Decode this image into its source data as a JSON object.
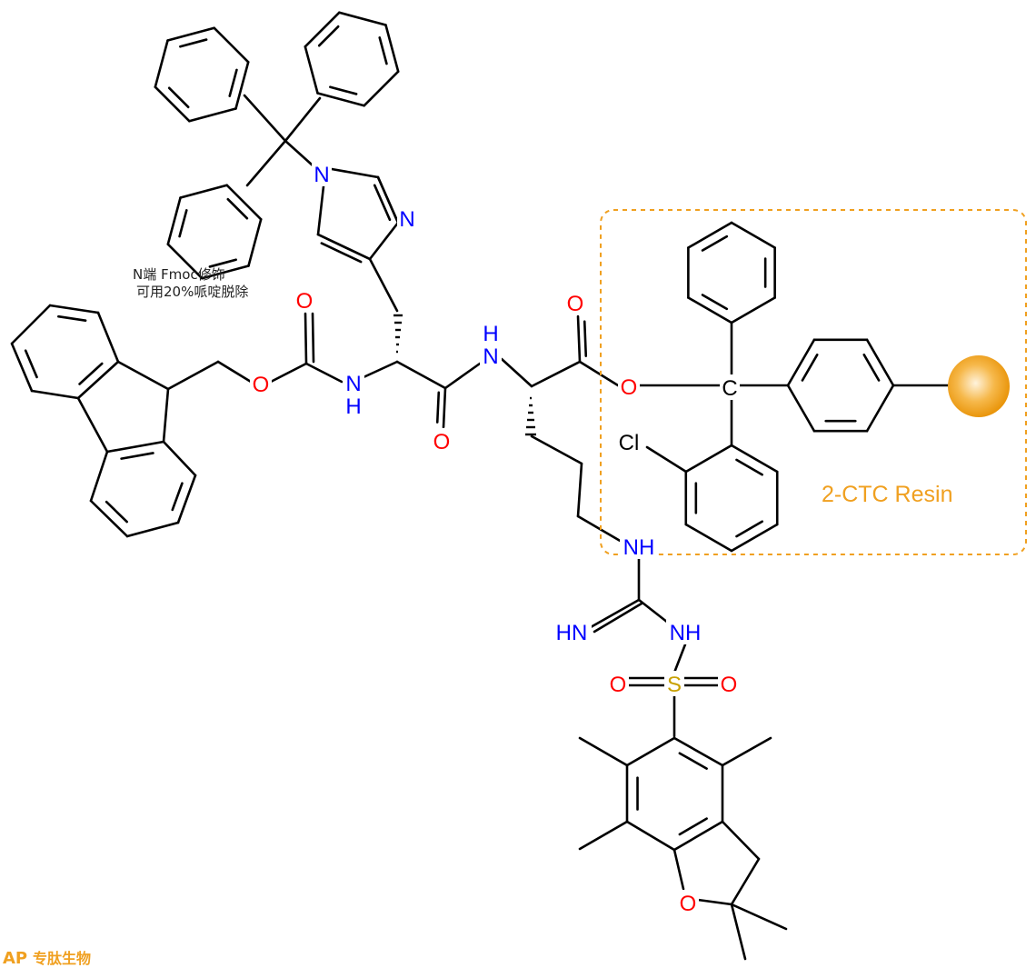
{
  "colors": {
    "bond": "#000000",
    "nitrogen": "#0000ff",
    "oxygen": "#ff0000",
    "sulfur": "#c8a000",
    "carbon_label": "#000000",
    "resin": "#f0a020",
    "resin_box": "#f0a020",
    "watermark": "#f0a020"
  },
  "atoms": {
    "n_trityl_his": "N",
    "n_imidazole": "N",
    "o_carbamate_carbonyl": "O",
    "o_carbamate_ester": "O",
    "nh_his": "N",
    "nh_his_h": "H",
    "o_his_carbonyl": "O",
    "nh_arg": "H",
    "nh_arg_n": "N",
    "o_arg_carbonyl": "O",
    "o_ester": "O",
    "c_trityl": "C",
    "cl": "Cl",
    "nh_guan_1": "NH",
    "hn_guan": "HN",
    "nh_guan_2": "NH",
    "o_sulfonyl_left": "O",
    "s_sulfonyl": "S",
    "o_sulfonyl_right": "O",
    "o_dihydrofuran": "O"
  },
  "notes": {
    "line1": "N端 Fmoc修饰",
    "line2": "可用20%哌啶脱除"
  },
  "resin": {
    "label": "2-CTC Resin"
  },
  "watermark": {
    "logo": "AP",
    "name": "专肽生物"
  }
}
